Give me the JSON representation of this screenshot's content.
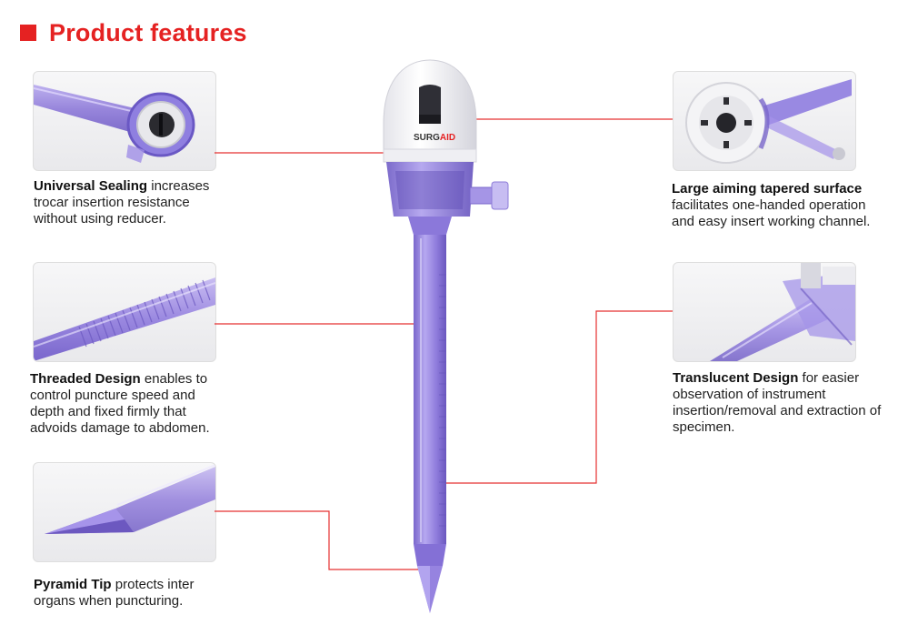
{
  "header": {
    "title": "Product features"
  },
  "product": {
    "brand_prefix": "SURG",
    "brand_suffix": "AID"
  },
  "features": {
    "universal_sealing": {
      "title": "Universal Sealing",
      "text": " increases trocar insertion resistance without  using reducer."
    },
    "threaded_design": {
      "title": "Threaded Design",
      "text": " enables to control puncture speed and depth and fixed firmly that advoids damage to abdomen."
    },
    "pyramid_tip": {
      "title": "Pyramid Tip",
      "text": " protects inter organs when puncturing."
    },
    "aiming_surface": {
      "title": "Large aiming tapered surface",
      "text": " facilitates one-handed operation and easy insert working channel."
    },
    "translucent_design": {
      "title": "Translucent Design",
      "text": " for easier observation of instrument insertion/removal and extraction of specimen."
    }
  },
  "colors": {
    "accent": "#e52222",
    "device_purple": "#8a78d6",
    "leader_line": "#e53030"
  }
}
